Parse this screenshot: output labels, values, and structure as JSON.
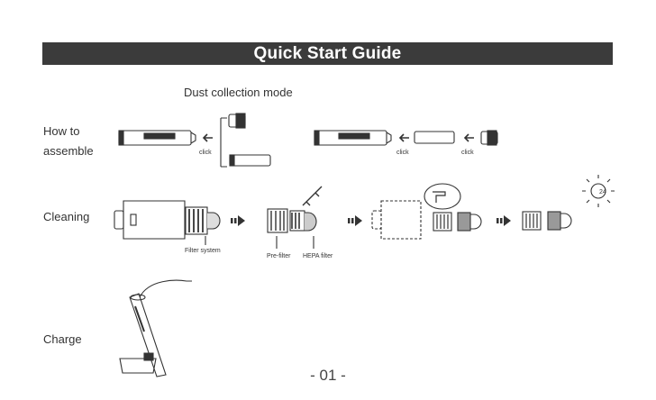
{
  "header": {
    "title": "Quick Start Guide"
  },
  "assemble": {
    "mode_label": "Dust collection mode",
    "row_label_line1": "How to",
    "row_label_line2": "assemble",
    "click_label": "click"
  },
  "cleaning": {
    "row_label": "Cleaning",
    "filter_system_label": "Filter system",
    "pre_filter_label": "Pre-filter",
    "hepa_filter_label": "HEPA filter",
    "timer_label": "24"
  },
  "charge": {
    "row_label": "Charge"
  },
  "footer": {
    "page_number": "- 01 -"
  },
  "colors": {
    "banner_bg": "#3b3b3b",
    "banner_text": "#ffffff",
    "line_art": "#333333"
  }
}
